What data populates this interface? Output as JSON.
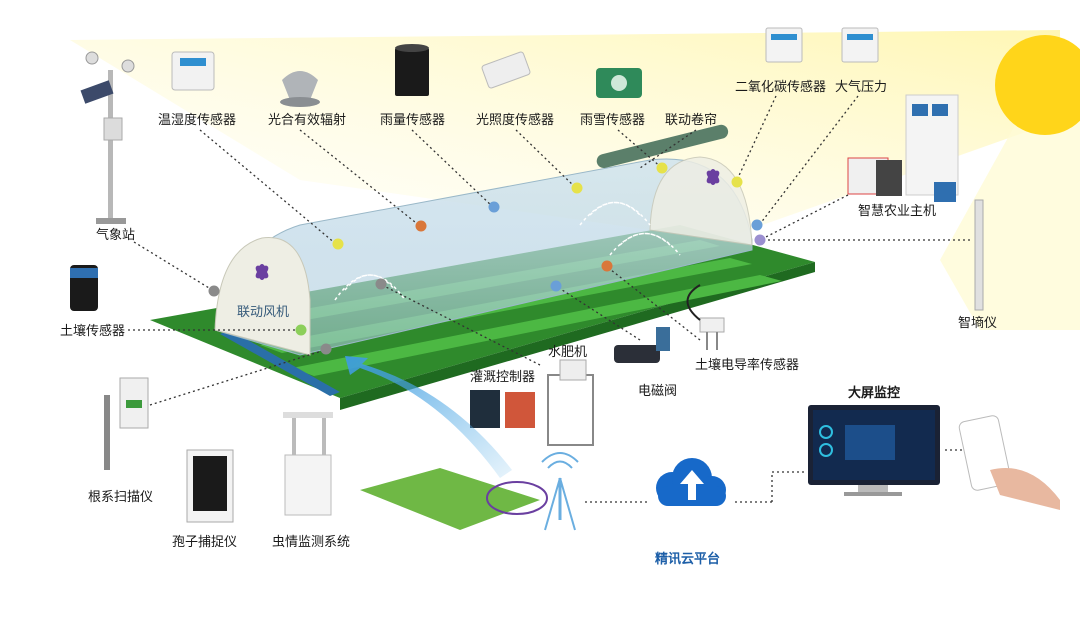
{
  "colors": {
    "field": "#2f8a2c",
    "field_stripe": "#3fa83a",
    "cover": "#bcd6e4",
    "sun": "#ffd51a",
    "beam": "#fff9cc",
    "cloud": "#1769c9",
    "label_blue": "#1d5fa8",
    "dot_yellow": "#e6e24a",
    "dot_orange": "#d9773a",
    "dot_blue": "#6a9fd8",
    "dot_gray": "#8a8a8a",
    "dot_purple": "#9b8fd0",
    "dot_green": "#8ccf5a"
  },
  "labels": {
    "temp_humidity": "温湿度传感器",
    "par": "光合有效辐射",
    "rain_gauge": "雨量传感器",
    "light": "光照度传感器",
    "rain_snow": "雨雪传感器",
    "roller_blind": "联动卷帘",
    "co2": "二氧化碳传感器",
    "air_pressure": "大气压力",
    "host": "智慧农业主机",
    "weather_station": "气象站",
    "soil_sensor": "土壤传感器",
    "soil_meter": "智墒仪",
    "fan": "联动风机",
    "fertigation": "水肥机",
    "irrigation_ctrl": "灌溉控制器",
    "solenoid": "电磁阀",
    "soil_ec": "土壤电导率传感器",
    "big_screen": "大屏监控",
    "root_scanner": "根系扫描仪",
    "spore": "孢子捕捉仪",
    "pest": "虫情监测系统",
    "cloud": "精讯云平台"
  }
}
